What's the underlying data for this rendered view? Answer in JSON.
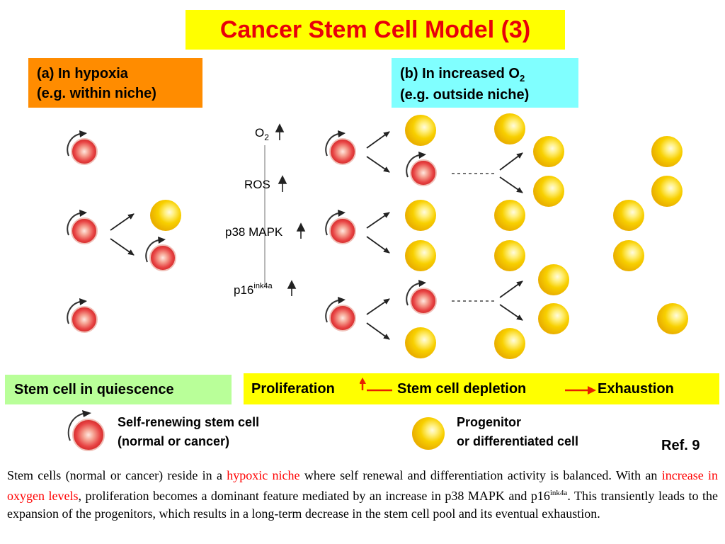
{
  "title": "Cancer Stem Cell Model (3)",
  "panel_a": {
    "line1": "(a) In hypoxia",
    "line2": "(e.g. within niche)"
  },
  "panel_b": {
    "line1": "(b) In increased O",
    "line1_sub": "2",
    "line2": "(e.g. outside niche)"
  },
  "signaling": {
    "o2_label": "O",
    "o2_sub": "2",
    "ros_label": "ROS",
    "p38_label": "p38 MAPK",
    "p16_label": "p16",
    "p16_sup": "ink4a"
  },
  "bottom_bar": {
    "quiescence": "Stem cell in quiescence",
    "proliferation": "Proliferation",
    "depletion": "Stem cell depletion",
    "exhaustion": "Exhaustion"
  },
  "legend": {
    "stem_line1": "Self-renewing stem cell",
    "stem_line2": "(normal or cancer)",
    "prog_line1": "Progenitor",
    "prog_line2": "or differentiated cell"
  },
  "ref": "Ref. 9",
  "caption": {
    "p1": "Stem cells (normal or cancer) reside in a ",
    "h1": "hypoxic niche",
    "p2": " where self renewal and differentiation activity is balanced. With an ",
    "h2": "increase in oxygen levels",
    "p3": ", proliferation becomes a dominant feature mediated by an increase in p38 MAPK and p16",
    "sup": "ink4a",
    "p4": ". This transiently leads to the expansion of the progenitors, which results in a long-term decrease in the stem cell pool and its eventual exhaustion."
  },
  "colors": {
    "title_bg": "#ffff00",
    "title_text": "#e8000a",
    "hypoxia_bg": "#ff8c00",
    "oxygen_bg": "#80ffff",
    "quiescence_bg": "#b9ff99",
    "prolif_bg": "#ffff00",
    "arrow_red": "#e82000",
    "stem_cell": "#e84545",
    "progenitor": "#f5c800"
  }
}
